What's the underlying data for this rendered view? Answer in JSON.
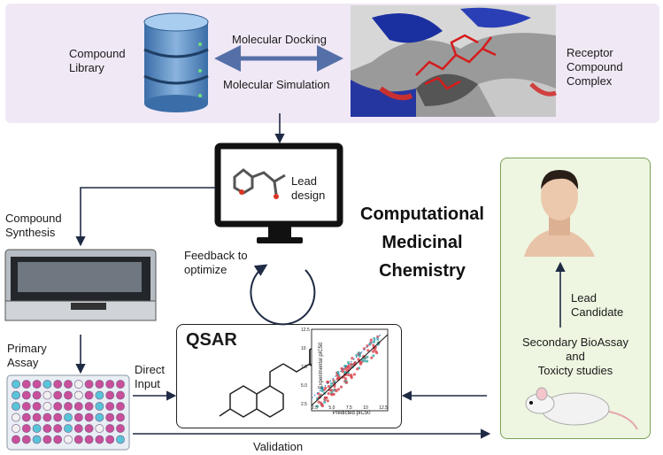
{
  "top": {
    "compound_library": [
      "Compound",
      "Library"
    ],
    "molecular_docking": "Molecular Docking",
    "molecular_simulation": "Molecular Simulation",
    "receptor_complex": [
      "Receptor",
      "Compound",
      "Complex"
    ]
  },
  "lead_design": [
    "Lead",
    "design"
  ],
  "compound_synthesis": [
    "Compound",
    "Synthesis"
  ],
  "title_lines": [
    "Computational",
    "Medicinal",
    "Chemistry"
  ],
  "feedback": [
    "Feedback to",
    "optimize"
  ],
  "primary_assay": [
    "Primary",
    "Assay"
  ],
  "direct_input": [
    "Direct",
    "Input"
  ],
  "qsar": {
    "title": "QSAR",
    "plot": {
      "xlabel": "Predicted pIC50",
      "ylabel": "Experimental pIC50",
      "xticks": [
        "2.5",
        "5.0",
        "7.5",
        "10",
        "12.5"
      ],
      "yticks": [
        "12.5",
        "10",
        "7.5",
        "5.0",
        "2.5"
      ]
    }
  },
  "validation": "Validation",
  "lead_candidate": [
    "Lead",
    "Candidate"
  ],
  "secondary": [
    "Secondary BioAssay",
    "and",
    "Toxicty studies"
  ],
  "colors": {
    "arrow": "#1f2a44",
    "accent": "#5570a8",
    "panel_green": "#eef6e1",
    "band": "#f1e8f6"
  }
}
